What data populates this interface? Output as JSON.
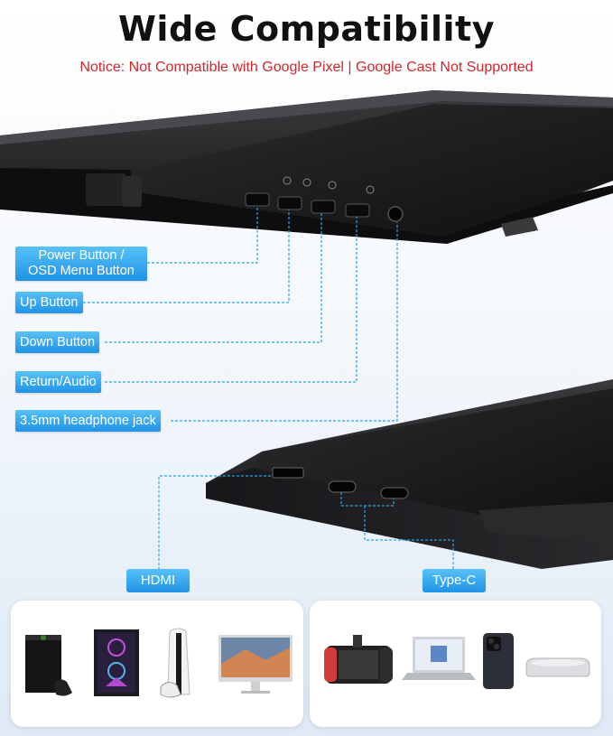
{
  "title": "Wide Compatibility",
  "notice": "Notice: Not Compatible with Google Pixel | Google Cast Not Supported",
  "callouts": {
    "power": [
      "Power Button /",
      "OSD Menu Button"
    ],
    "up": "Up Button",
    "down": "Down Button",
    "return": "Return/Audio",
    "headphone": "3.5mm headphone jack"
  },
  "ports": {
    "hdmi": "HDMI",
    "typec": "Type-C"
  },
  "hdmi_devices": [
    "game-console-tower",
    "gaming-pc-case",
    "game-console-white",
    "desktop-monitor"
  ],
  "typec_devices": [
    "handheld-game-console",
    "laptop",
    "smartphone",
    "mini-pc"
  ],
  "colors": {
    "accent": "#1f93e6",
    "notice": "#d4262b",
    "device_body": "#1c1c1e"
  }
}
